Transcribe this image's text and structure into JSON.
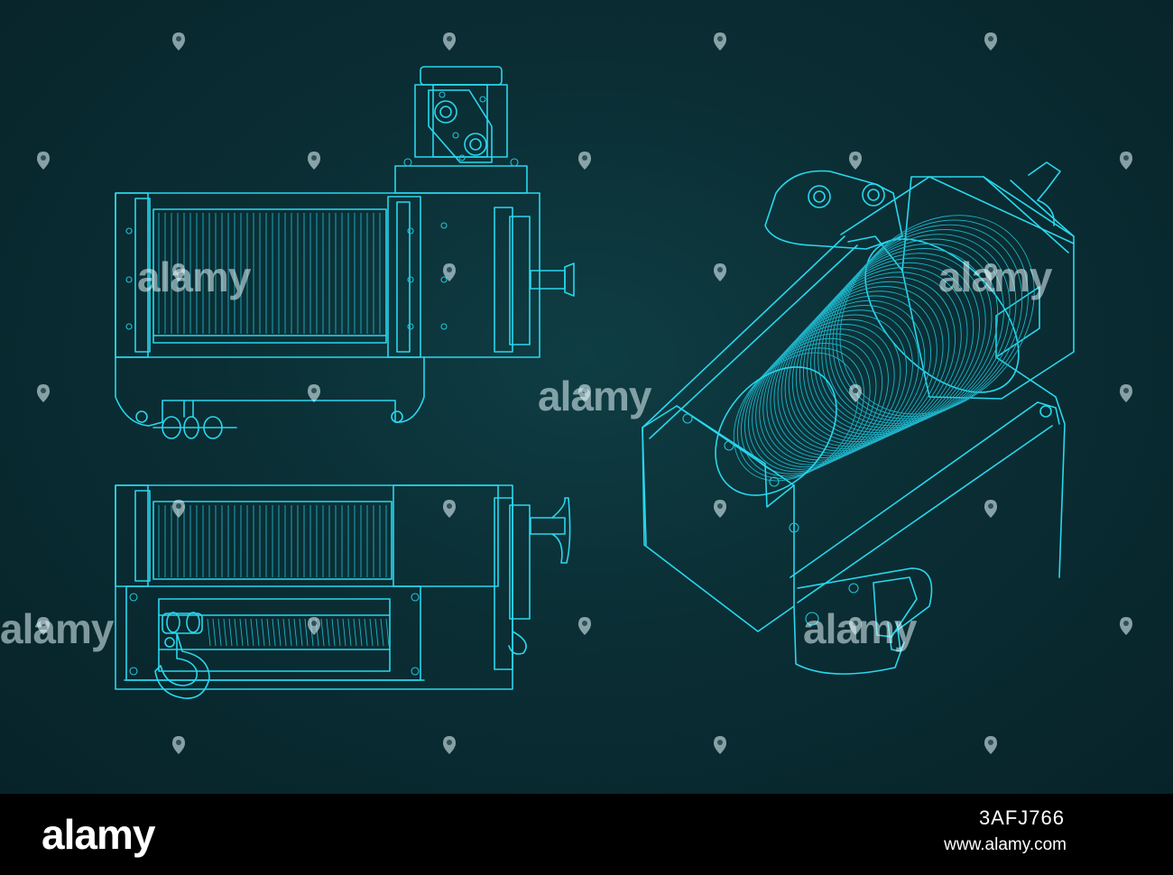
{
  "watermark": {
    "word": "alamy",
    "pin_icon": "location-pin-icon"
  },
  "footer": {
    "logo": "alamy",
    "image_id": "3AFJ766",
    "url": "www.alamy.com"
  },
  "colors": {
    "background": "#0a2e34",
    "line": "#29d7ee",
    "footer_bg": "#000000",
    "footer_text": "#ffffff"
  }
}
